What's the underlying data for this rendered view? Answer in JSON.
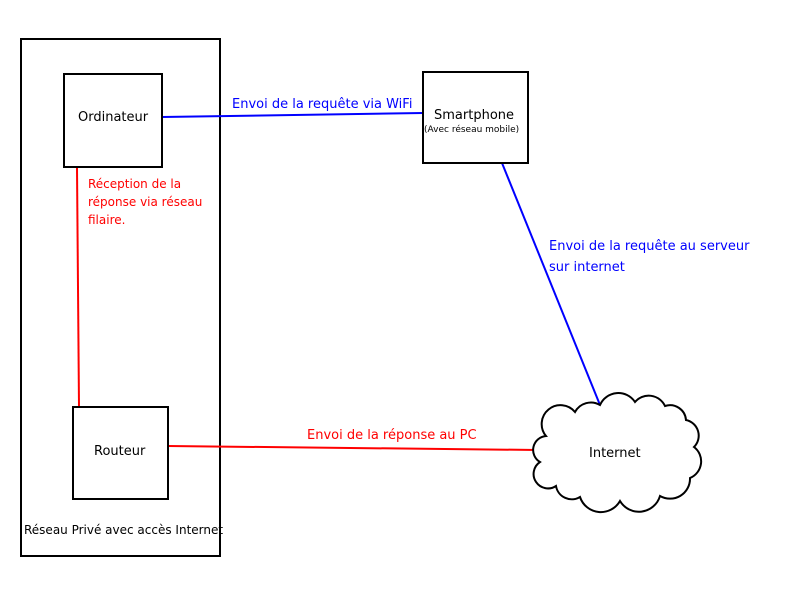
{
  "colors": {
    "request": "#0000ff",
    "response": "#ff0000",
    "border": "#000000"
  },
  "nodes": {
    "network_label": "Réseau Privé avec accès Internet",
    "computer": "Ordinateur",
    "router": "Routeur",
    "smartphone": "Smartphone",
    "smartphone_sub": "(Avec réseau mobile)",
    "internet": "Internet"
  },
  "edges": {
    "wifi_request": "Envoi de la requête via WiFi",
    "server_request_1": "Envoi de la requête au serveur",
    "server_request_2": "sur internet",
    "response_pc": "Envoi de la réponse au PC",
    "wired_1": "Réception de la",
    "wired_2": "réponse via réseau",
    "wired_3": "filaire."
  }
}
